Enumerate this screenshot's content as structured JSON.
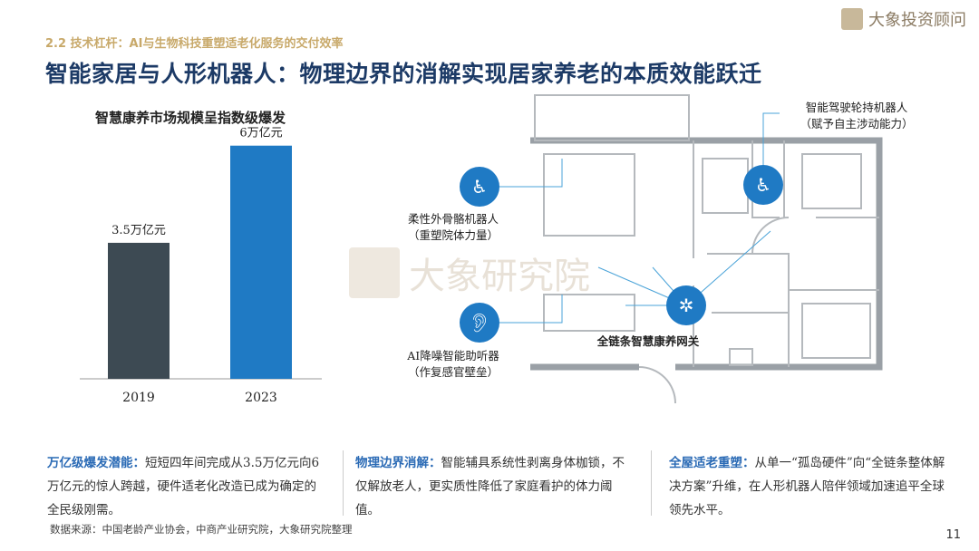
{
  "header": {
    "subtitle": "2.2 技术杠杆：AI与生物科技重塑适老化服务的交付效率",
    "title": "智能家居与人形机器人：物理边界的消解实现居家养老的本质效能跃迁",
    "logo": "大象投资顾问"
  },
  "watermark": "大象研究院",
  "chart_data": {
    "type": "bar",
    "title": "智慧康养市场规模呈指数级爆发",
    "categories": [
      "2019",
      "2023"
    ],
    "values": [
      3.5,
      6
    ],
    "data_labels": [
      "3.5万亿元",
      "6万亿元"
    ],
    "colors": [
      "#3d4a53",
      "#1f7ac4"
    ],
    "ylim": [
      0,
      6.5
    ],
    "xlabel": "",
    "ylabel": ""
  },
  "floorplan": {
    "labels": [
      {
        "name": "exoskeleton",
        "line1": "柔性外骨骼机器人",
        "line2": "（重塑院体力量）",
        "color": "#1f7ac4"
      },
      {
        "name": "hearing-aid",
        "line1": "AI降噪智能助听器",
        "line2": "（作复感官壁垒）",
        "color": "#1f7ac4"
      },
      {
        "name": "gateway",
        "line1": "全链条智慧康养网关",
        "line2": "",
        "color": "#1f7ac4"
      },
      {
        "name": "wheelchair",
        "line1": "智能驾驶轮持机器人",
        "line2": "（赋予自主涉动能力）",
        "color": "#1f7ac4"
      }
    ]
  },
  "notes": [
    {
      "head": "万亿级爆发潜能：",
      "body": "短短四年间完成从3.5万亿元向6万亿元的惊人跨越，硬件适老化改造已成为确定的全民级刚需。"
    },
    {
      "head": "物理边界消解：",
      "body": "智能辅具系统性剥离身体枷锁，不仅解放老人，更实质性降低了家庭看护的体力阈值。"
    },
    {
      "head": "全屋适老重塑：",
      "body": "从单一“孤岛硬件”向“全链条整体解决方案”升维，在人形机器人陪伴领域加速追平全球领先水平。"
    }
  ],
  "source": "数据来源：中国老龄产业协会，中商产业研究院，大象研究院整理",
  "page_number": "11"
}
